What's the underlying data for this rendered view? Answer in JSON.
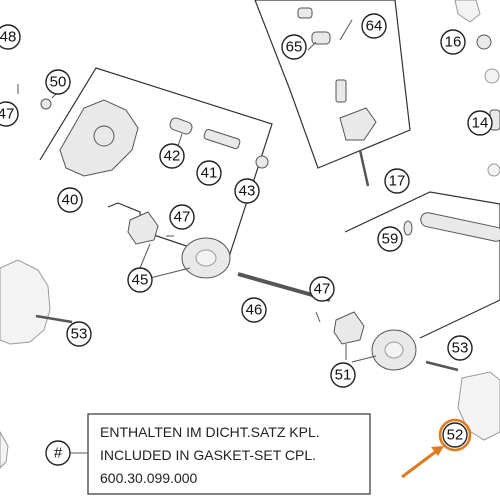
{
  "diagram": {
    "callouts": [
      {
        "id": "c48",
        "label": "48"
      },
      {
        "id": "c50",
        "label": "50"
      },
      {
        "id": "c47a",
        "label": "47"
      },
      {
        "id": "c42",
        "label": "42"
      },
      {
        "id": "c41",
        "label": "41"
      },
      {
        "id": "c43",
        "label": "43"
      },
      {
        "id": "c40",
        "label": "40"
      },
      {
        "id": "c47b",
        "label": "47"
      },
      {
        "id": "c45",
        "label": "45"
      },
      {
        "id": "c46",
        "label": "46"
      },
      {
        "id": "c47c",
        "label": "47"
      },
      {
        "id": "c53a",
        "label": "53"
      },
      {
        "id": "c65",
        "label": "65"
      },
      {
        "id": "c64",
        "label": "64"
      },
      {
        "id": "c16",
        "label": "16"
      },
      {
        "id": "c14",
        "label": "14"
      },
      {
        "id": "c17",
        "label": "17"
      },
      {
        "id": "c59",
        "label": "59"
      },
      {
        "id": "c53b",
        "label": "53"
      },
      {
        "id": "c51",
        "label": "51"
      },
      {
        "id": "c52",
        "label": "52"
      }
    ],
    "note": {
      "marker": "#",
      "line1": "ENTHALTEN IM DICHT.SATZ KPL.",
      "line2": "INCLUDED IN GASKET-SET CPL.",
      "line3": "600.30.099.000"
    },
    "highlight_color": "#e07a1f"
  }
}
